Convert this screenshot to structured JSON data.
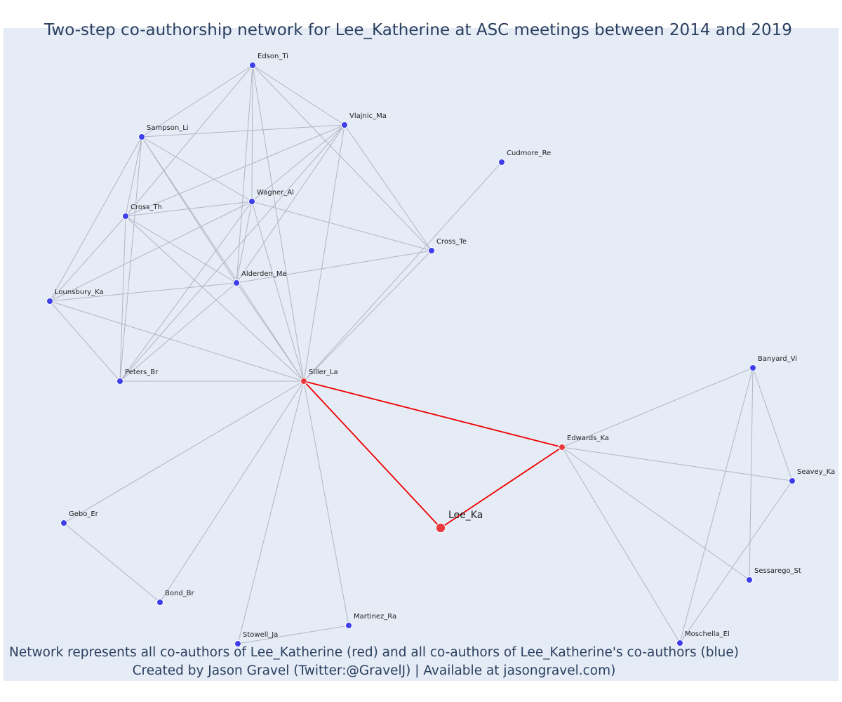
{
  "title": "Two-step co-authorship network for Lee_Katherine at ASC meetings between 2014 and 2019",
  "footer": {
    "line1": "Network represents all co-authors of Lee_Katherine (red) and all co-authors of Lee_Katherine's co-authors (blue)",
    "line2": "Created by Jason Gravel (Twitter:@GravelJ) | Available at jasongravel.com)"
  },
  "colors": {
    "background": "#e5ecf6",
    "edge": "#b4b4c4",
    "highlight_edge": "#ee0000",
    "coauthor_node": "#e83a3a",
    "secondary_node": "#3e3eea",
    "text": "#2a3f5f"
  },
  "network": {
    "focal": "Lee_Ka",
    "nodes": [
      {
        "id": "Lee_Ka",
        "group": "focal"
      },
      {
        "id": "Siller_La",
        "group": "coauthor"
      },
      {
        "id": "Edwards_Ka",
        "group": "coauthor"
      },
      {
        "id": "Edson_Ti",
        "group": "second"
      },
      {
        "id": "Vlajnic_Ma",
        "group": "second"
      },
      {
        "id": "Sampson_Li",
        "group": "second"
      },
      {
        "id": "Cudmore_Re",
        "group": "second"
      },
      {
        "id": "Wagner_Al",
        "group": "second"
      },
      {
        "id": "Cross_Th",
        "group": "second"
      },
      {
        "id": "Cross_Te",
        "group": "second"
      },
      {
        "id": "Alderden_Me",
        "group": "second"
      },
      {
        "id": "Lounsbury_Ka",
        "group": "second"
      },
      {
        "id": "Peters_Br",
        "group": "second"
      },
      {
        "id": "Banyard_Vi",
        "group": "second"
      },
      {
        "id": "Seavey_Ka",
        "group": "second"
      },
      {
        "id": "Gebo_Er",
        "group": "second"
      },
      {
        "id": "Bond_Br",
        "group": "second"
      },
      {
        "id": "Sessarego_St",
        "group": "second"
      },
      {
        "id": "Martinez_Ra",
        "group": "second"
      },
      {
        "id": "Stowell_Ja",
        "group": "second"
      },
      {
        "id": "Moschella_El",
        "group": "second"
      }
    ],
    "edges": [
      [
        "Lee_Ka",
        "Siller_La"
      ],
      [
        "Lee_Ka",
        "Edwards_Ka"
      ],
      [
        "Siller_La",
        "Edwards_Ka"
      ],
      [
        "Edson_Ti",
        "Sampson_Li"
      ],
      [
        "Edson_Ti",
        "Vlajnic_Ma"
      ],
      [
        "Edson_Ti",
        "Cross_Th"
      ],
      [
        "Edson_Ti",
        "Wagner_Al"
      ],
      [
        "Edson_Ti",
        "Alderden_Me"
      ],
      [
        "Edson_Ti",
        "Siller_La"
      ],
      [
        "Edson_Ti",
        "Cross_Te"
      ],
      [
        "Vlajnic_Ma",
        "Sampson_Li"
      ],
      [
        "Vlajnic_Ma",
        "Cross_Th"
      ],
      [
        "Vlajnic_Ma",
        "Wagner_Al"
      ],
      [
        "Vlajnic_Ma",
        "Alderden_Me"
      ],
      [
        "Vlajnic_Ma",
        "Siller_La"
      ],
      [
        "Vlajnic_Ma",
        "Cross_Te"
      ],
      [
        "Vlajnic_Ma",
        "Peters_Br"
      ],
      [
        "Sampson_Li",
        "Cross_Th"
      ],
      [
        "Sampson_Li",
        "Wagner_Al"
      ],
      [
        "Sampson_Li",
        "Alderden_Me"
      ],
      [
        "Sampson_Li",
        "Lounsbury_Ka"
      ],
      [
        "Sampson_Li",
        "Peters_Br"
      ],
      [
        "Sampson_Li",
        "Siller_La"
      ],
      [
        "Cross_Th",
        "Wagner_Al"
      ],
      [
        "Cross_Th",
        "Alderden_Me"
      ],
      [
        "Cross_Th",
        "Lounsbury_Ka"
      ],
      [
        "Cross_Th",
        "Peters_Br"
      ],
      [
        "Cross_Th",
        "Siller_La"
      ],
      [
        "Wagner_Al",
        "Alderden_Me"
      ],
      [
        "Wagner_Al",
        "Lounsbury_Ka"
      ],
      [
        "Wagner_Al",
        "Peters_Br"
      ],
      [
        "Wagner_Al",
        "Siller_La"
      ],
      [
        "Wagner_Al",
        "Cross_Te"
      ],
      [
        "Alderden_Me",
        "Lounsbury_Ka"
      ],
      [
        "Alderden_Me",
        "Peters_Br"
      ],
      [
        "Alderden_Me",
        "Siller_La"
      ],
      [
        "Alderden_Me",
        "Cross_Te"
      ],
      [
        "Lounsbury_Ka",
        "Peters_Br"
      ],
      [
        "Lounsbury_Ka",
        "Siller_La"
      ],
      [
        "Peters_Br",
        "Siller_La"
      ],
      [
        "Siller_La",
        "Cross_Te"
      ],
      [
        "Siller_La",
        "Cudmore_Re"
      ],
      [
        "Siller_La",
        "Gebo_Er"
      ],
      [
        "Siller_La",
        "Bond_Br"
      ],
      [
        "Siller_La",
        "Stowell_Ja"
      ],
      [
        "Siller_La",
        "Martinez_Ra"
      ],
      [
        "Gebo_Er",
        "Bond_Br"
      ],
      [
        "Stowell_Ja",
        "Martinez_Ra"
      ],
      [
        "Edwards_Ka",
        "Banyard_Vi"
      ],
      [
        "Edwards_Ka",
        "Seavey_Ka"
      ],
      [
        "Edwards_Ka",
        "Sessarego_St"
      ],
      [
        "Edwards_Ka",
        "Moschella_El"
      ],
      [
        "Banyard_Vi",
        "Seavey_Ka"
      ],
      [
        "Banyard_Vi",
        "Sessarego_St"
      ],
      [
        "Banyard_Vi",
        "Moschella_El"
      ],
      [
        "Seavey_Ka",
        "Moschella_El"
      ]
    ]
  }
}
